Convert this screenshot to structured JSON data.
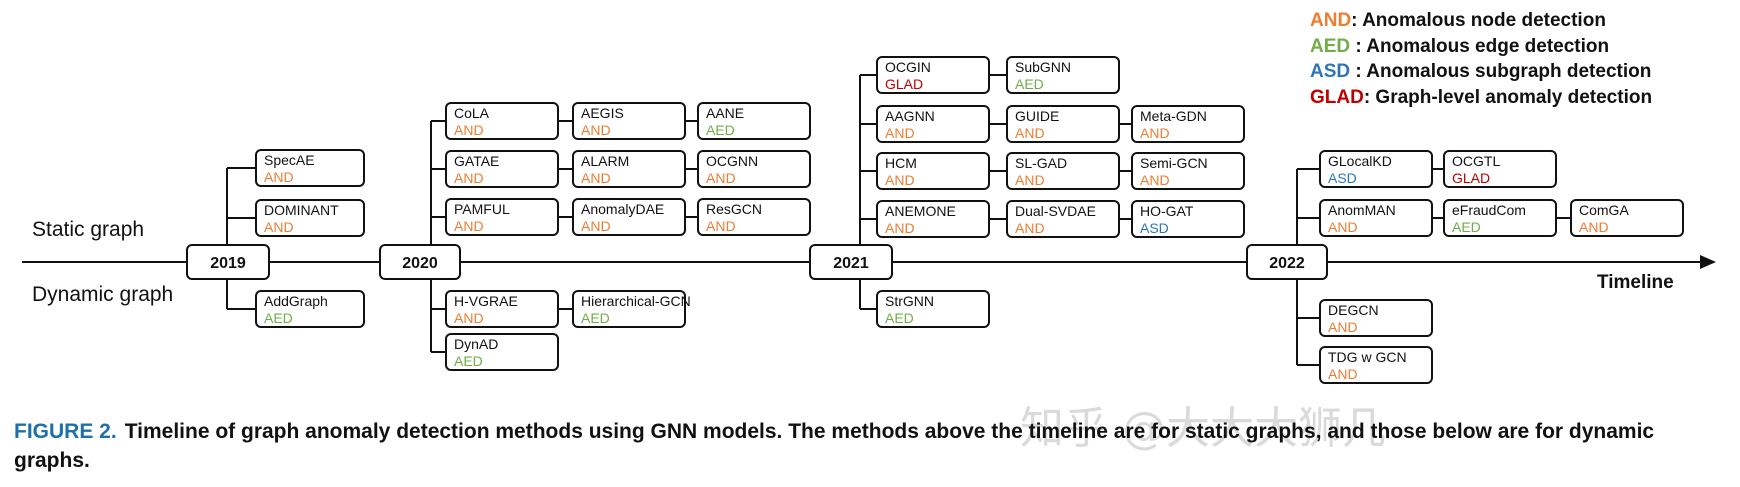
{
  "colors": {
    "AND": "#ed7d31",
    "AED": "#70ad47",
    "ASD": "#2e75b6",
    "GLAD": "#c00000",
    "line": "#111111"
  },
  "legend": [
    {
      "code": "AND",
      "label": ": Anomalous node detection"
    },
    {
      "code": "AED",
      "label": " : Anomalous edge detection"
    },
    {
      "code": "ASD",
      "label": " : Anomalous subgraph detection"
    },
    {
      "code": "GLAD",
      "label": ": Graph-level anomaly detection"
    }
  ],
  "labels": {
    "static": "Static graph",
    "dynamic": "Dynamic graph",
    "timeline": "Timeline"
  },
  "years": [
    "2019",
    "2020",
    "2021",
    "2022"
  ],
  "methods": {
    "y2019": {
      "static": [
        [
          {
            "name": "SpecAE",
            "tag": "AND"
          }
        ],
        [
          {
            "name": "DOMINANT",
            "tag": "AND"
          }
        ]
      ],
      "dynamic": [
        [
          {
            "name": "AddGraph",
            "tag": "AED"
          }
        ]
      ]
    },
    "y2020": {
      "static": [
        [
          {
            "name": "CoLA",
            "tag": "AND"
          },
          {
            "name": "AEGIS",
            "tag": "AND"
          },
          {
            "name": "AANE",
            "tag": "AED"
          }
        ],
        [
          {
            "name": "GATAE",
            "tag": "AND"
          },
          {
            "name": "ALARM",
            "tag": "AND"
          },
          {
            "name": "OCGNN",
            "tag": "AND"
          }
        ],
        [
          {
            "name": "PAMFUL",
            "tag": "AND"
          },
          {
            "name": "AnomalyDAE",
            "tag": "AND"
          },
          {
            "name": "ResGCN",
            "tag": "AND"
          }
        ]
      ],
      "dynamic": [
        [
          {
            "name": "H-VGRAE",
            "tag": "AND"
          },
          {
            "name": "Hierarchical-GCN",
            "tag": "AED"
          }
        ],
        [
          {
            "name": "DynAD",
            "tag": "AED"
          }
        ]
      ]
    },
    "y2021": {
      "static": [
        [
          {
            "name": "OCGIN",
            "tag": "GLAD"
          },
          {
            "name": "SubGNN",
            "tag": "AED"
          }
        ],
        [
          {
            "name": "AAGNN",
            "tag": "AND"
          },
          {
            "name": "GUIDE",
            "tag": "AND"
          },
          {
            "name": "Meta-GDN",
            "tag": "AND"
          }
        ],
        [
          {
            "name": "HCM",
            "tag": "AND"
          },
          {
            "name": "SL-GAD",
            "tag": "AND"
          },
          {
            "name": "Semi-GCN",
            "tag": "AND"
          }
        ],
        [
          {
            "name": "ANEMONE",
            "tag": "AND"
          },
          {
            "name": "Dual-SVDAE",
            "tag": "AND"
          },
          {
            "name": "HO-GAT",
            "tag": "ASD"
          }
        ]
      ],
      "dynamic": [
        [
          {
            "name": "StrGNN",
            "tag": "AED"
          }
        ]
      ]
    },
    "y2022": {
      "static": [
        [
          {
            "name": "GLocalKD",
            "tag": "ASD"
          },
          {
            "name": "OCGTL",
            "tag": "GLAD"
          }
        ],
        [
          {
            "name": "AnomMAN",
            "tag": "AND"
          },
          {
            "name": "eFraudCom",
            "tag": "AED"
          },
          {
            "name": "ComGA",
            "tag": "AND"
          }
        ]
      ],
      "dynamic": [
        [
          {
            "name": "DEGCN",
            "tag": "AND"
          }
        ],
        [
          {
            "name": "TDG w GCN",
            "tag": "AND"
          }
        ]
      ]
    }
  },
  "caption": {
    "figure": "FIGURE 2.",
    "text": "Timeline of graph anomaly detection methods using GNN models. The methods above the timeline are for static graphs, and those below are for dynamic graphs."
  },
  "watermark": "知乎 @大大大狮几"
}
